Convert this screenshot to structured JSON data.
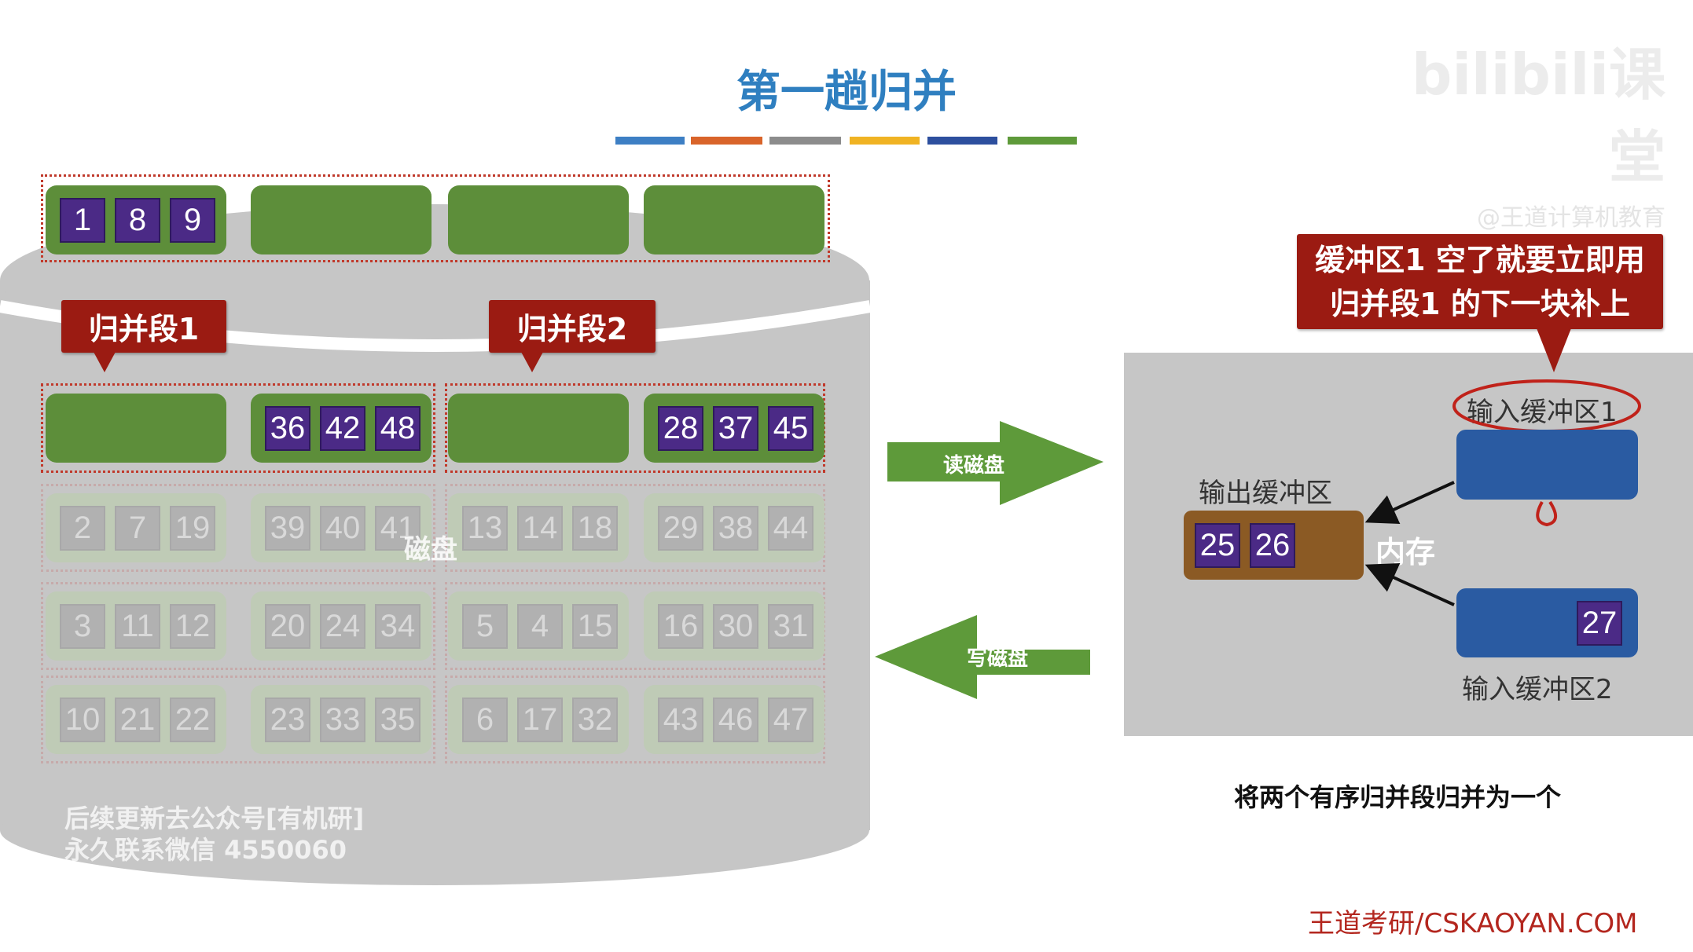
{
  "title": "第一趟归并",
  "color_bar": [
    "#3d7fc4",
    "#d9642a",
    "#8c8c8c",
    "#f0b323",
    "#2d4f9e",
    "#5e9a3a"
  ],
  "watermark": {
    "brand": "bilibili课堂",
    "sub": "@王道计算机教育"
  },
  "disk": {
    "label": "磁盘",
    "top_row": [
      [
        1,
        8,
        9
      ],
      [],
      [],
      []
    ],
    "segment_labels": [
      "归并段1",
      "归并段2"
    ],
    "row2": [
      [],
      [
        36,
        42,
        48
      ],
      [],
      [
        28,
        37,
        45
      ]
    ],
    "faded_rows": [
      [
        [
          2,
          7,
          19
        ],
        [
          39,
          40,
          41
        ],
        [
          13,
          14,
          18
        ],
        [
          29,
          38,
          44
        ]
      ],
      [
        [
          3,
          11,
          12
        ],
        [
          20,
          24,
          34
        ],
        [
          5,
          4,
          15
        ],
        [
          16,
          30,
          31
        ]
      ],
      [
        [
          10,
          21,
          22
        ],
        [
          23,
          33,
          35
        ],
        [
          6,
          17,
          32
        ],
        [
          43,
          46,
          47
        ]
      ]
    ],
    "overlay_text": [
      "后续更新去公众号[有机研]",
      "永久联系微信 4550060"
    ]
  },
  "arrows": {
    "read": "读磁盘",
    "write": "写磁盘"
  },
  "memory": {
    "label": "内存",
    "callout": [
      "缓冲区1 空了就要立即用",
      "归并段1 的下一块补上"
    ],
    "input1_label": "输入缓冲区1",
    "input1": [],
    "input2_label": "输入缓冲区2",
    "input2": [
      27
    ],
    "output_label": "输出缓冲区",
    "output": [
      25,
      26
    ]
  },
  "caption": "将两个有序归并段归并为一个",
  "footer": "王道考研/CSKAOYAN.COM"
}
